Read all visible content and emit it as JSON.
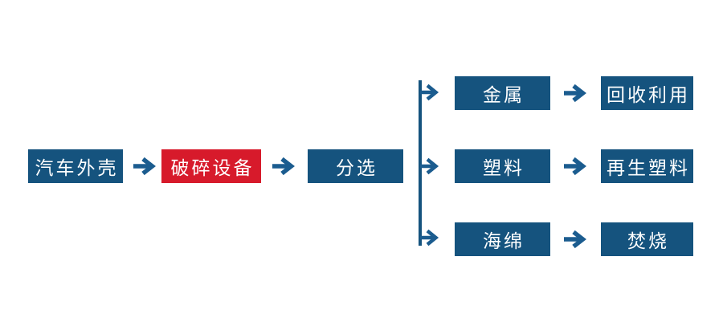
{
  "diagram": {
    "type": "flowchart",
    "background": "#FFFFFF",
    "colors": {
      "node_navy": "#15537E",
      "node_red": "#D71A2B",
      "arrow": "#1B5C8F",
      "connector_line": "#15537E",
      "node_text": "#FFFFFF"
    },
    "main_flow": [
      {
        "id": "car-shell",
        "label": "汽车外壳",
        "variant": "navy"
      },
      {
        "id": "crusher",
        "label": "破碎设备",
        "variant": "red"
      },
      {
        "id": "sorting",
        "label": "分选",
        "variant": "navy"
      }
    ],
    "branches": [
      {
        "id": "metal",
        "material": "金属",
        "outcome": "回收利用"
      },
      {
        "id": "plastic",
        "material": "塑料",
        "outcome": "再生塑料"
      },
      {
        "id": "sponge",
        "material": "海绵",
        "outcome": "焚烧"
      }
    ],
    "arrow_glyph": "→"
  }
}
